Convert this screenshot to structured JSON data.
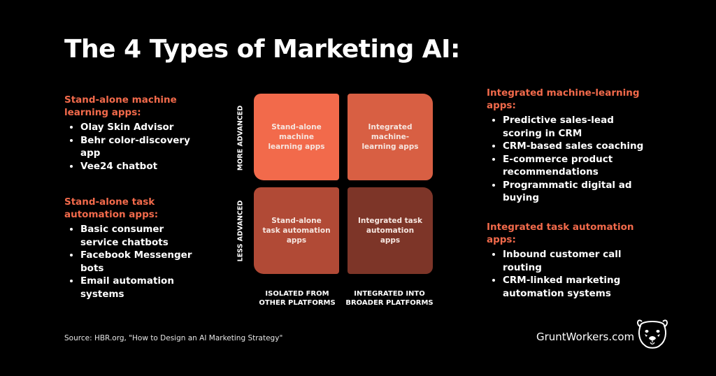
{
  "title": "The 4 Types of Marketing AI:",
  "left_sections": [
    {
      "heading": "Stand-alone machine learning apps:",
      "items": [
        "Olay Skin Advisor",
        "Behr color-discovery app",
        "Vee24 chatbot"
      ]
    },
    {
      "heading": "Stand-alone task automation apps:",
      "items": [
        "Basic consumer service chatbots",
        "Facebook Messenger bots",
        "Email automation systems"
      ]
    }
  ],
  "right_sections": [
    {
      "heading": "Integrated machine-learning apps:",
      "items": [
        "Predictive sales-lead scoring in CRM",
        "CRM-based sales coaching",
        "E-commerce product recommendations",
        "Programmatic digital ad buying"
      ]
    },
    {
      "heading": "Integrated task automation apps:",
      "items": [
        "Inbound customer call routing",
        "CRM-linked marketing automation systems"
      ]
    }
  ],
  "matrix": {
    "quadrants": {
      "top_left": "Stand-alone machine learning apps",
      "top_right": "Integrated machine-learning apps",
      "bottom_left": "Stand-alone task automation apps",
      "bottom_right": "Integrated task automation apps"
    },
    "y_axis": {
      "top": "MORE ADVANCED",
      "bottom": "LESS ADVANCED"
    },
    "x_axis": {
      "left": "ISOLATED FROM OTHER PLATFORMS",
      "right": "INTEGRATED INTO BROADER PLATFORMS"
    },
    "colors": {
      "top_left": "#f26a4b",
      "top_right": "#d85f43",
      "bottom_left": "#b14a36",
      "bottom_right": "#7d3528"
    }
  },
  "source": "Source: HBR.org, \"How to Design an AI Marketing Strategy\"",
  "brand": {
    "name": "GruntWorkers.com",
    "logo_icon": "bear-head-icon"
  },
  "accent_color": "#f26a4b"
}
